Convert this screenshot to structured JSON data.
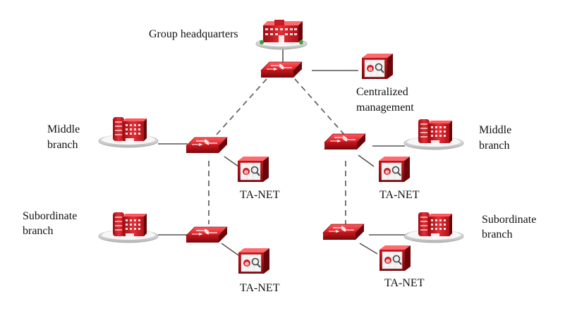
{
  "labels": {
    "headquarters": "Group headquarters",
    "centralized_line1": "Centralized",
    "centralized_line2": "management",
    "middle_left_line1": "Middle",
    "middle_left_line2": "branch",
    "middle_right_line1": "Middle",
    "middle_right_line2": "branch",
    "sub_left_line1": "Subordinate",
    "sub_left_line2": "branch",
    "sub_right_line1": "Subordinate",
    "sub_right_line2": "branch",
    "tanet_1": "TA-NET",
    "tanet_2": "TA-NET",
    "tanet_3": "TA-NET",
    "tanet_4": "TA-NET"
  },
  "colors": {
    "device_red": "#d01c22",
    "device_dark": "#8e0c10",
    "platform_gray": "#cfcfcf",
    "line": "#555555"
  }
}
